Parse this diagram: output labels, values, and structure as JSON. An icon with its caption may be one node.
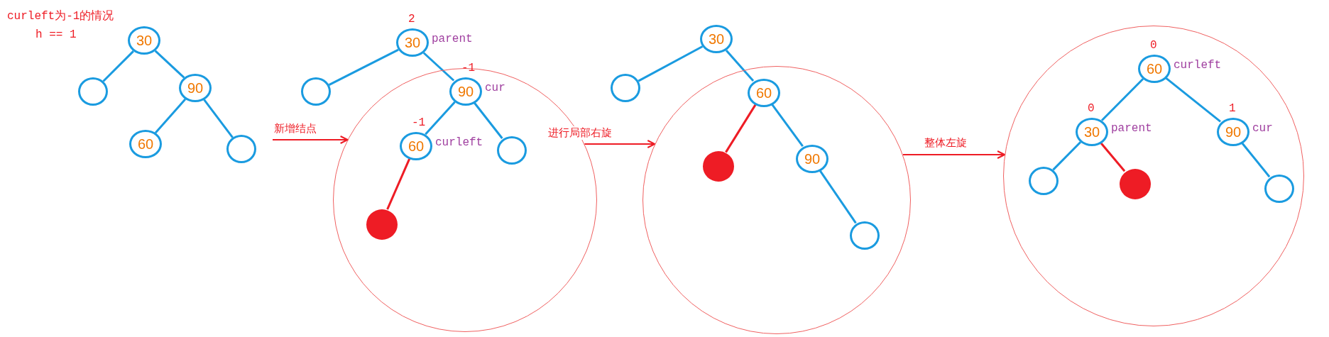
{
  "diagram": {
    "nodes": [
      {
        "text": [
          "30"
        ]
      },
      {
        "text": [],
        "shape": "circle"
      },
      {
        "text": [
          "90"
        ]
      },
      {
        "text": [
          "60"
        ]
      },
      {
        "text": [],
        "shape": "circle"
      },
      {
        "text": [
          "30"
        ],
        "beside": [
          "2",
          "parent"
        ]
      },
      {
        "text": [],
        "shape": "circle"
      },
      {
        "text": [],
        "shape": "circle"
      },
      {
        "text": [
          "90"
        ],
        "beside": [
          "-1",
          "cur"
        ],
        "in": 7
      },
      {
        "text": [
          "60"
        ],
        "beside": [
          "-1",
          "curleft"
        ],
        "in": 7
      },
      {
        "text": [],
        "shape": "circle",
        "in": 7
      },
      {
        "text": [],
        "shape": "circle",
        "in": 7
      },
      {
        "text": [
          "30"
        ]
      },
      {
        "text": [],
        "shape": "circle"
      },
      {
        "text": [],
        "shape": "circle"
      },
      {
        "text": [
          "60"
        ],
        "in": 14
      },
      {
        "text": [],
        "shape": "circle",
        "in": 14
      },
      {
        "text": [
          "90"
        ],
        "in": 14
      },
      {
        "text": [],
        "shape": "circle",
        "in": 14
      },
      {
        "text": [],
        "shape": "circle"
      },
      {
        "text": [
          "60"
        ],
        "beside": [
          "0",
          "curleft"
        ],
        "in": 19
      },
      {
        "text": [
          "30"
        ],
        "beside": [
          "0",
          "parent"
        ],
        "in": 19
      },
      {
        "text": [
          "90"
        ],
        "beside": [
          "1",
          "cur"
        ],
        "in": 19
      },
      {
        "text": [],
        "shape": "circle",
        "in": 19
      },
      {
        "text": [],
        "shape": "circle",
        "in": 19
      },
      {
        "text": [],
        "shape": "circle",
        "in": 19
      }
    ],
    "edges": [
      {
        "from": 0,
        "to": 1,
        "arrow": "none"
      },
      {
        "from": 0,
        "to": 2,
        "arrow": "none"
      },
      {
        "from": 2,
        "to": 3,
        "arrow": "none"
      },
      {
        "from": 2,
        "to": 4,
        "arrow": "none"
      },
      {
        "from": null,
        "to": 7,
        "arrow": "to",
        "label": "新增结点",
        "color": "#ee1c25"
      },
      {
        "from": 5,
        "to": 6,
        "arrow": "none"
      },
      {
        "from": 5,
        "to": 8,
        "arrow": "none"
      },
      {
        "from": 8,
        "to": 9,
        "arrow": "none"
      },
      {
        "from": 8,
        "to": 10,
        "arrow": "none"
      },
      {
        "from": 9,
        "to": 11,
        "arrow": "none",
        "color": "#ee1c25"
      },
      {
        "from": 7,
        "to": 14,
        "arrow": "to",
        "label": "进行局部右旋",
        "color": "#ee1c25"
      },
      {
        "from": 12,
        "to": 13,
        "arrow": "none"
      },
      {
        "from": 12,
        "to": 15,
        "arrow": "none"
      },
      {
        "from": 15,
        "to": 16,
        "arrow": "none",
        "color": "#ee1c25"
      },
      {
        "from": 15,
        "to": 17,
        "arrow": "none"
      },
      {
        "from": 17,
        "to": 18,
        "arrow": "none"
      },
      {
        "from": 14,
        "to": 19,
        "arrow": "to",
        "label": "整体左旋",
        "color": "#ee1c25"
      },
      {
        "from": 20,
        "to": 21,
        "arrow": "none"
      },
      {
        "from": 20,
        "to": 22,
        "arrow": "none"
      },
      {
        "from": 21,
        "to": 23,
        "arrow": "none"
      },
      {
        "from": 21,
        "to": 24,
        "arrow": "none",
        "color": "#ee1c25"
      },
      {
        "from": 22,
        "to": 25,
        "arrow": "none"
      }
    ],
    "labels": [
      "curleft为-1的情况",
      "h == 1"
    ]
  }
}
